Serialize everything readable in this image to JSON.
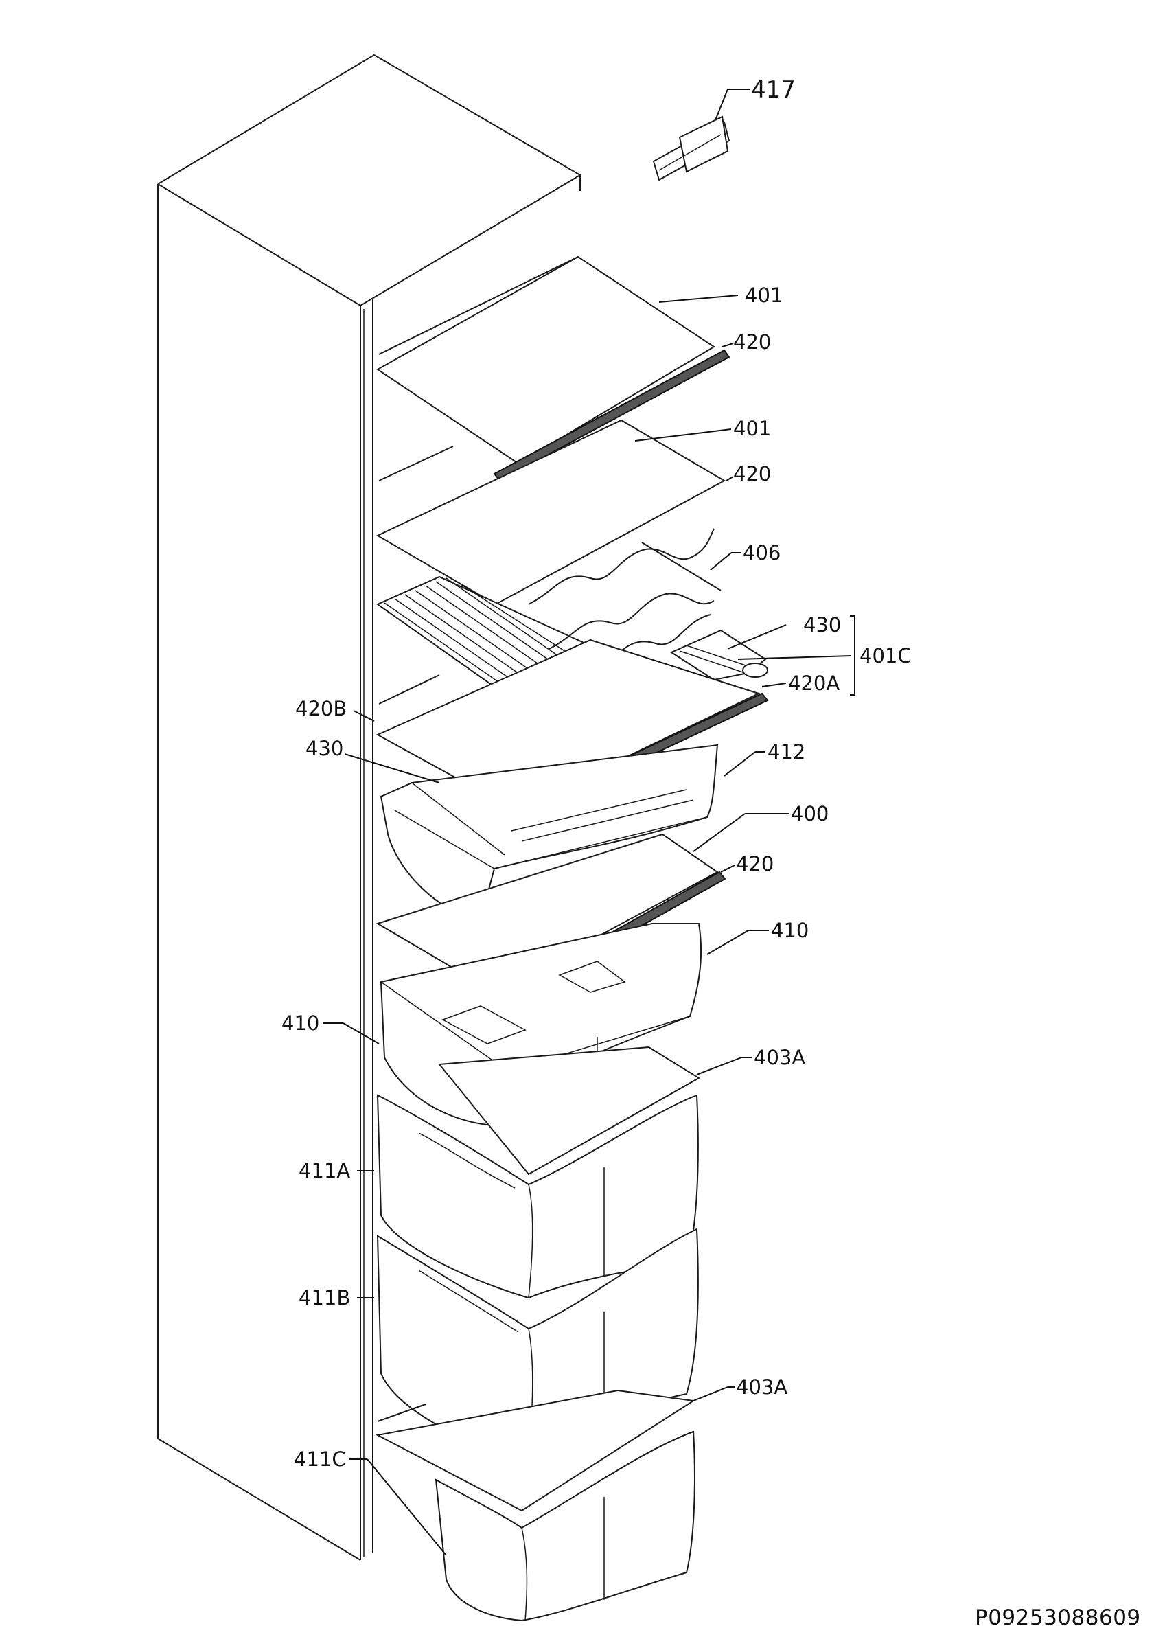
{
  "footer_code": "P09253088609",
  "labels": {
    "p417": "417",
    "p401a": "401",
    "p420a": "420",
    "p401b": "401",
    "p420b": "420",
    "p406": "406",
    "p430a": "430",
    "p401c": "401C",
    "p420A": "420A",
    "p420B": "420B",
    "p430b": "430",
    "p412": "412",
    "p400": "400",
    "p420c": "420",
    "p410a": "410",
    "p410b": "410",
    "p403a": "403A",
    "p411A": "411A",
    "p411B": "411B",
    "p403b": "403A",
    "p411C": "411C"
  }
}
